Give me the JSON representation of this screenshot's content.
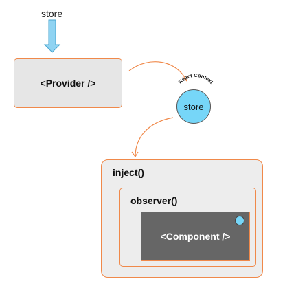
{
  "labels": {
    "store_input": "store",
    "provider": "<Provider />",
    "context_caption": "React Context",
    "store_node": "store",
    "inject": "inject()",
    "observer": "observer()",
    "component": "<Component />"
  },
  "colors": {
    "accent_orange": "#f0894a",
    "store_blue": "#76d6f8",
    "arrow_blue": "#8fd3f2",
    "box_grey": "#e6e6e6",
    "component_grey": "#666666"
  }
}
